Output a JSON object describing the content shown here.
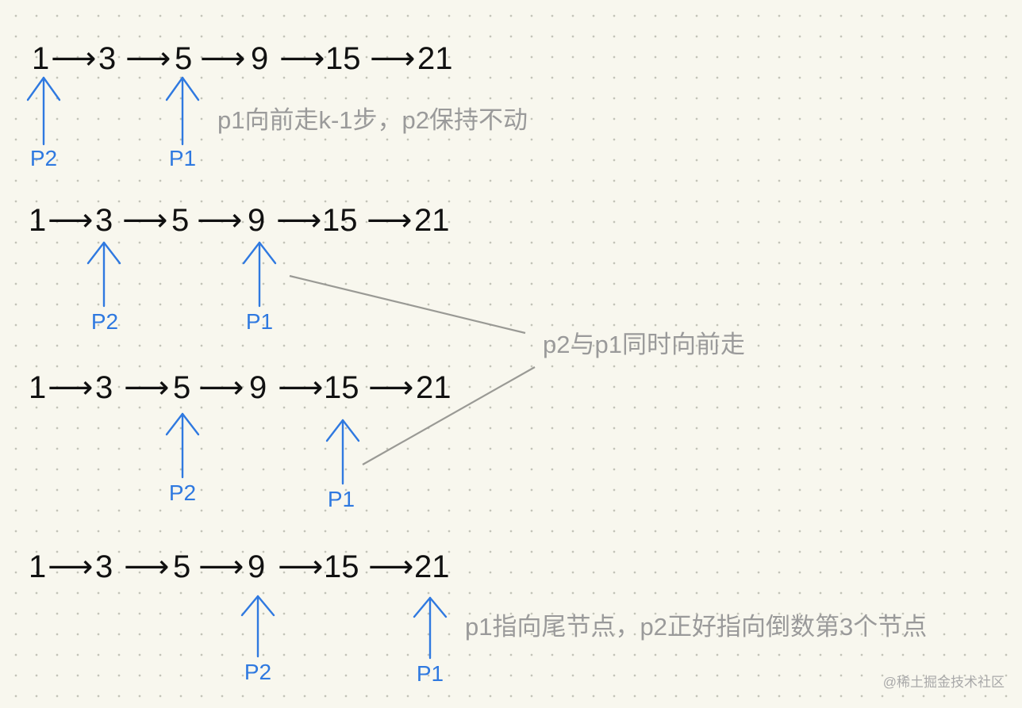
{
  "rows": [
    {
      "nodes": [
        "1",
        "3",
        "5",
        "9",
        "15",
        "21"
      ],
      "pointers": [
        {
          "label": "P2",
          "at_node": 0
        },
        {
          "label": "P1",
          "at_node": 2
        }
      ],
      "note": "p1向前走k-1步，p2保持不动"
    },
    {
      "nodes": [
        "1",
        "3",
        "5",
        "9",
        "15",
        "21"
      ],
      "pointers": [
        {
          "label": "P2",
          "at_node": 1
        },
        {
          "label": "P1",
          "at_node": 3
        }
      ]
    },
    {
      "nodes": [
        "1",
        "3",
        "5",
        "9",
        "15",
        "21"
      ],
      "pointers": [
        {
          "label": "P2",
          "at_node": 2
        },
        {
          "label": "P1",
          "at_node": 4
        }
      ]
    },
    {
      "nodes": [
        "1",
        "3",
        "5",
        "9",
        "15",
        "21"
      ],
      "pointers": [
        {
          "label": "P2",
          "at_node": 3
        },
        {
          "label": "P1",
          "at_node": 5
        }
      ],
      "note": "p1指向尾节点，p2正好指向倒数第3个节点"
    }
  ],
  "callout": "p2与p1同时向前走",
  "watermark": "@稀土掘金技术社区",
  "colors": {
    "pointer": "#2f79e0",
    "note": "#9a9a9a",
    "connector": "#9a9a95",
    "node_text": "#111111"
  }
}
